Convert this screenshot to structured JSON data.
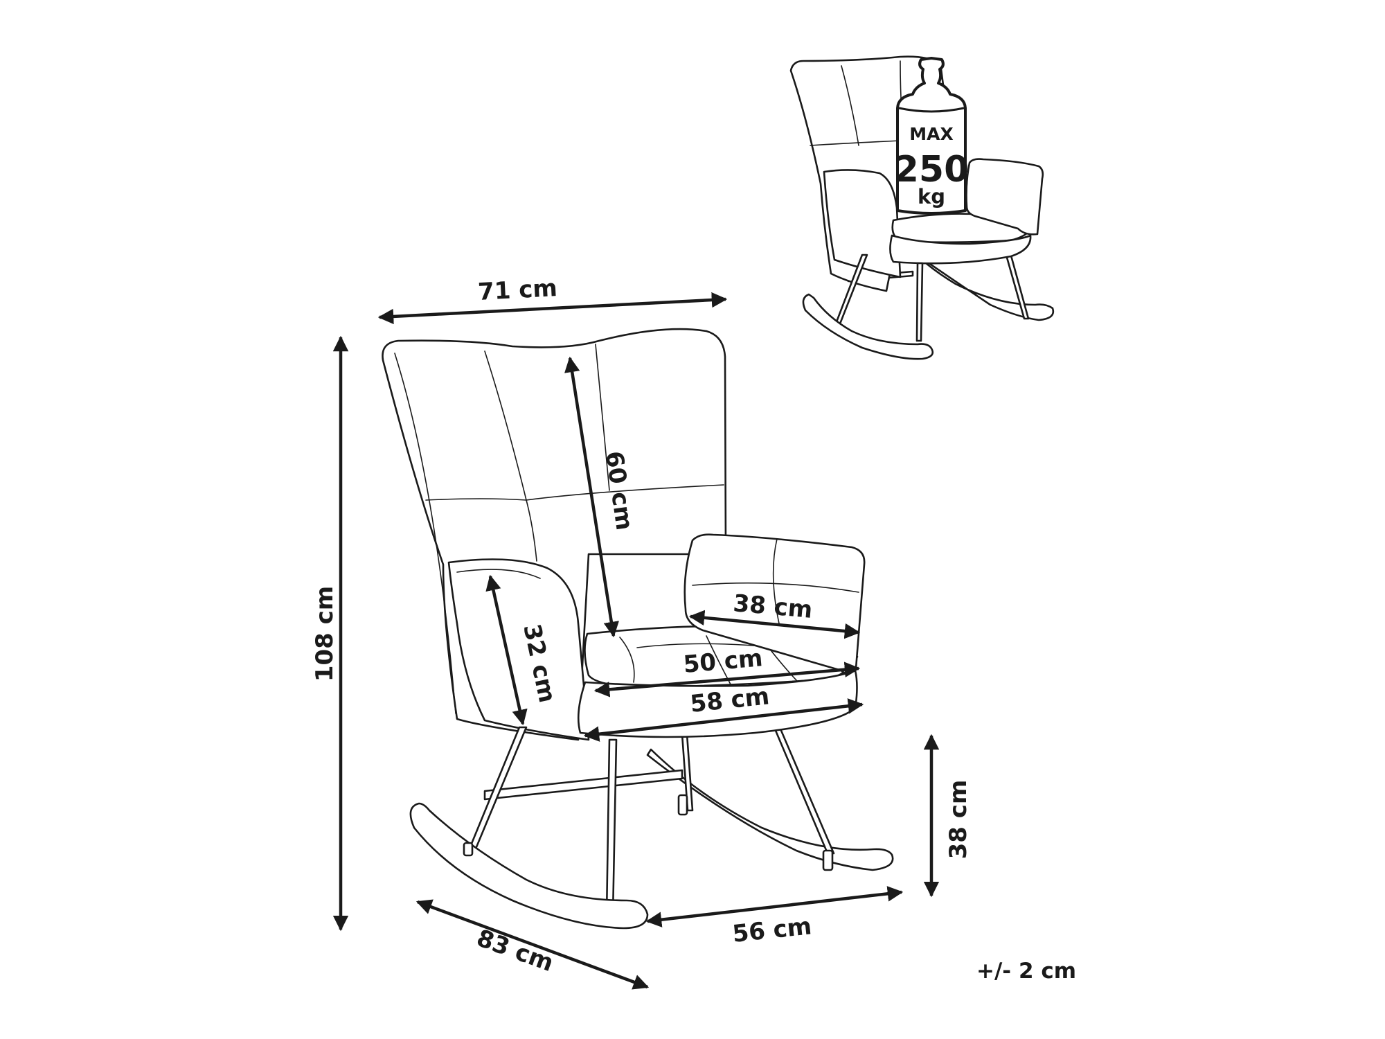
{
  "dimensions": {
    "width": "71 cm",
    "height": "108 cm",
    "backrest_height": "60 cm",
    "armrest_height": "32 cm",
    "armrest_width": "38 cm",
    "seat_depth": "50 cm",
    "seat_width": "58 cm",
    "seat_height": "38 cm",
    "rocker_width": "56 cm",
    "depth": "83 cm"
  },
  "weight_limit": {
    "line1": "MAX",
    "line2": "250",
    "line3": "kg"
  },
  "tolerance": "+/- 2 cm"
}
